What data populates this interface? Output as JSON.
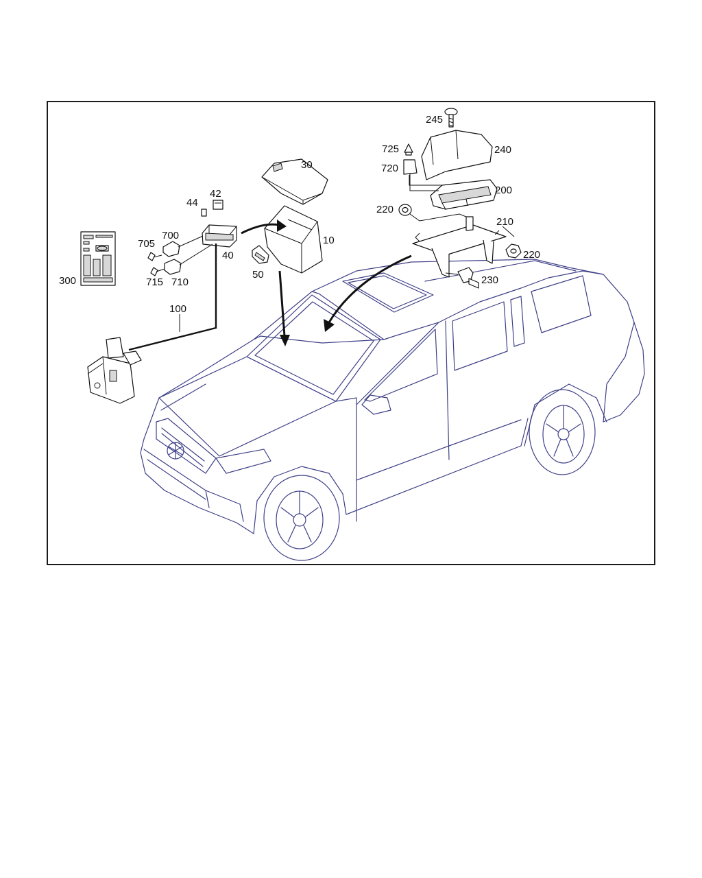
{
  "callouts": {
    "c245": "245",
    "c725": "725",
    "c240": "240",
    "c720": "720",
    "c200": "200",
    "c220a": "220",
    "c210": "210",
    "c220b": "220",
    "c230": "230",
    "c30": "30",
    "c42": "42",
    "c44": "44",
    "c10": "10",
    "c700": "700",
    "c705": "705",
    "c40": "40",
    "c50": "50",
    "c300": "300",
    "c715": "715",
    "c710": "710",
    "c100": "100"
  },
  "colors": {
    "vehicle_outline": "#3d3f86",
    "parts_outline": "#111111",
    "frame": "#1a1a1a"
  }
}
